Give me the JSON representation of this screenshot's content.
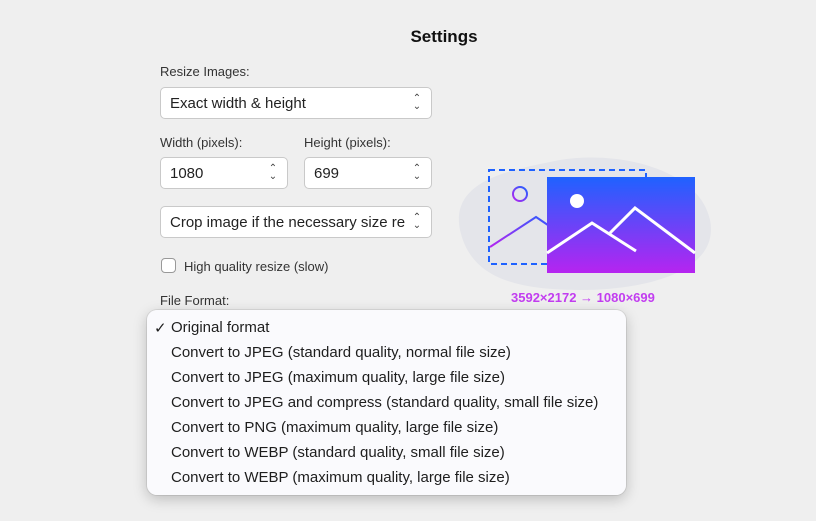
{
  "title": "Settings",
  "resize": {
    "label": "Resize Images:",
    "value": "Exact width & height"
  },
  "width": {
    "label": "Width (pixels):",
    "value": "1080"
  },
  "height": {
    "label": "Height (pixels):",
    "value": "699"
  },
  "crop": {
    "value": "Crop image if the necessary size re"
  },
  "hq": {
    "label": "High quality resize (slow)",
    "checked": false
  },
  "format": {
    "label": "File Format:",
    "options": [
      {
        "label": "Original format",
        "checked": true
      },
      {
        "label": "Convert to JPEG (standard quality, normal file size)"
      },
      {
        "label": "Convert to JPEG (maximum quality, large file size)"
      },
      {
        "label": "Convert to JPEG and compress (standard quality, small file size)"
      },
      {
        "label": "Convert to PNG (maximum quality, large file size)"
      },
      {
        "label": "Convert to WEBP (standard quality, small file size)"
      },
      {
        "label": "Convert to WEBP (maximum quality, large file size)"
      }
    ],
    "check_glyph": "✓"
  },
  "preview": {
    "caption": "3592×2172 → 1080×699"
  },
  "colors": {
    "accent_blue": "#1f62ff",
    "accent_purple": "#b624f0"
  }
}
